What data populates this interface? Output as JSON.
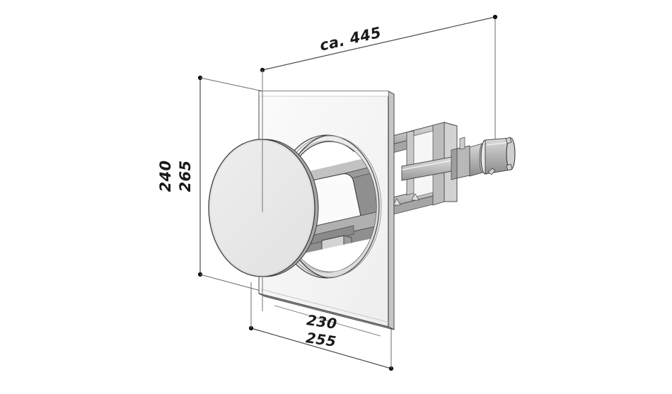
{
  "drawing": {
    "type": "technical-dimension-drawing",
    "background_color": "#ffffff",
    "line_color": "#4a4a4a",
    "text_color": "#1a1a1a",
    "view": "isometric",
    "subject": "wall-mounted square plate with circular cover disc, ring opening, internal mechanism, rail frame and cylindrical actuator"
  },
  "dimensions": {
    "depth_total": {
      "label": "ca. 445",
      "value": 445,
      "prefix": "ca.",
      "unit": "mm",
      "orientation": "diagonal-top",
      "name": "overall-depth"
    },
    "height_inner": {
      "label": "240",
      "value": 240,
      "unit": "mm",
      "orientation": "vertical-left-outer",
      "name": "plate-inner-height"
    },
    "height_outer": {
      "label": "265",
      "value": 265,
      "unit": "mm",
      "orientation": "vertical-left-inner",
      "name": "plate-outer-height"
    },
    "width_inner": {
      "label": "230",
      "value": 230,
      "unit": "mm",
      "orientation": "diagonal-bottom-upper",
      "name": "plate-inner-width"
    },
    "width_outer": {
      "label": "255",
      "value": 255,
      "unit": "mm",
      "orientation": "diagonal-bottom-lower",
      "name": "plate-outer-width"
    }
  },
  "palette": {
    "plate_face": "#f2f2f2",
    "plate_edge": "#d9d9d9",
    "plate_edge_dark": "#bdbdbd",
    "disc_face": "#e8e8e8",
    "disc_rim": "#a8a8a8",
    "ring_face": "#e3e3e3",
    "interior_dark": "#8f8f8f",
    "interior_mid": "#b5b5b5",
    "interior_light": "#d6d6d6",
    "rail_face": "#cfcfcf",
    "rail_shade": "#9a9a9a",
    "cylinder_face": "#c4c4c4",
    "cylinder_shade": "#8a8a8a",
    "outline": "#4a4a4a",
    "dim_line": "#6b6b6b",
    "text": "#1a1a1a"
  },
  "parts": {
    "mounting_plate": "square-wall-plate",
    "cover_disc": "round-cover-disc",
    "ring_opening": "circular-ring-opening",
    "inner_panel": "inner-panel-with-window",
    "rail_frame": "support-rail-frame",
    "shaft": "drive-shaft",
    "actuator": "cylindrical-actuator"
  }
}
